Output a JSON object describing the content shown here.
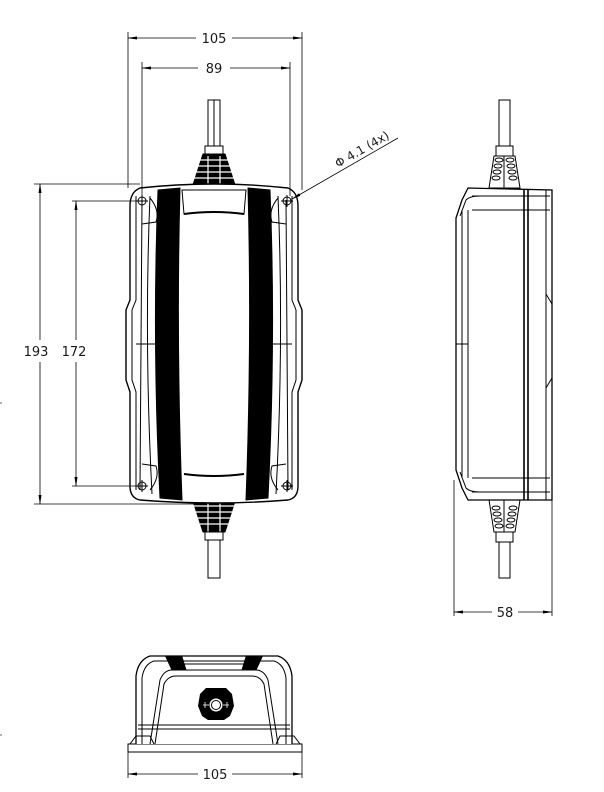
{
  "drawing": {
    "subject": "Battery charger dimensional drawing",
    "views": [
      "front",
      "side",
      "bottom"
    ],
    "units": "mm",
    "line_color": "#000000",
    "background": "#ffffff"
  },
  "front_view": {
    "overall_width": "105",
    "mounting_hole_spacing_width": "89",
    "overall_height": "193",
    "mounting_hole_spacing_height": "172",
    "hole_callout": "Φ 4.1 (4x)"
  },
  "side_view": {
    "depth": "58"
  },
  "bottom_view": {
    "overall_width": "105"
  }
}
